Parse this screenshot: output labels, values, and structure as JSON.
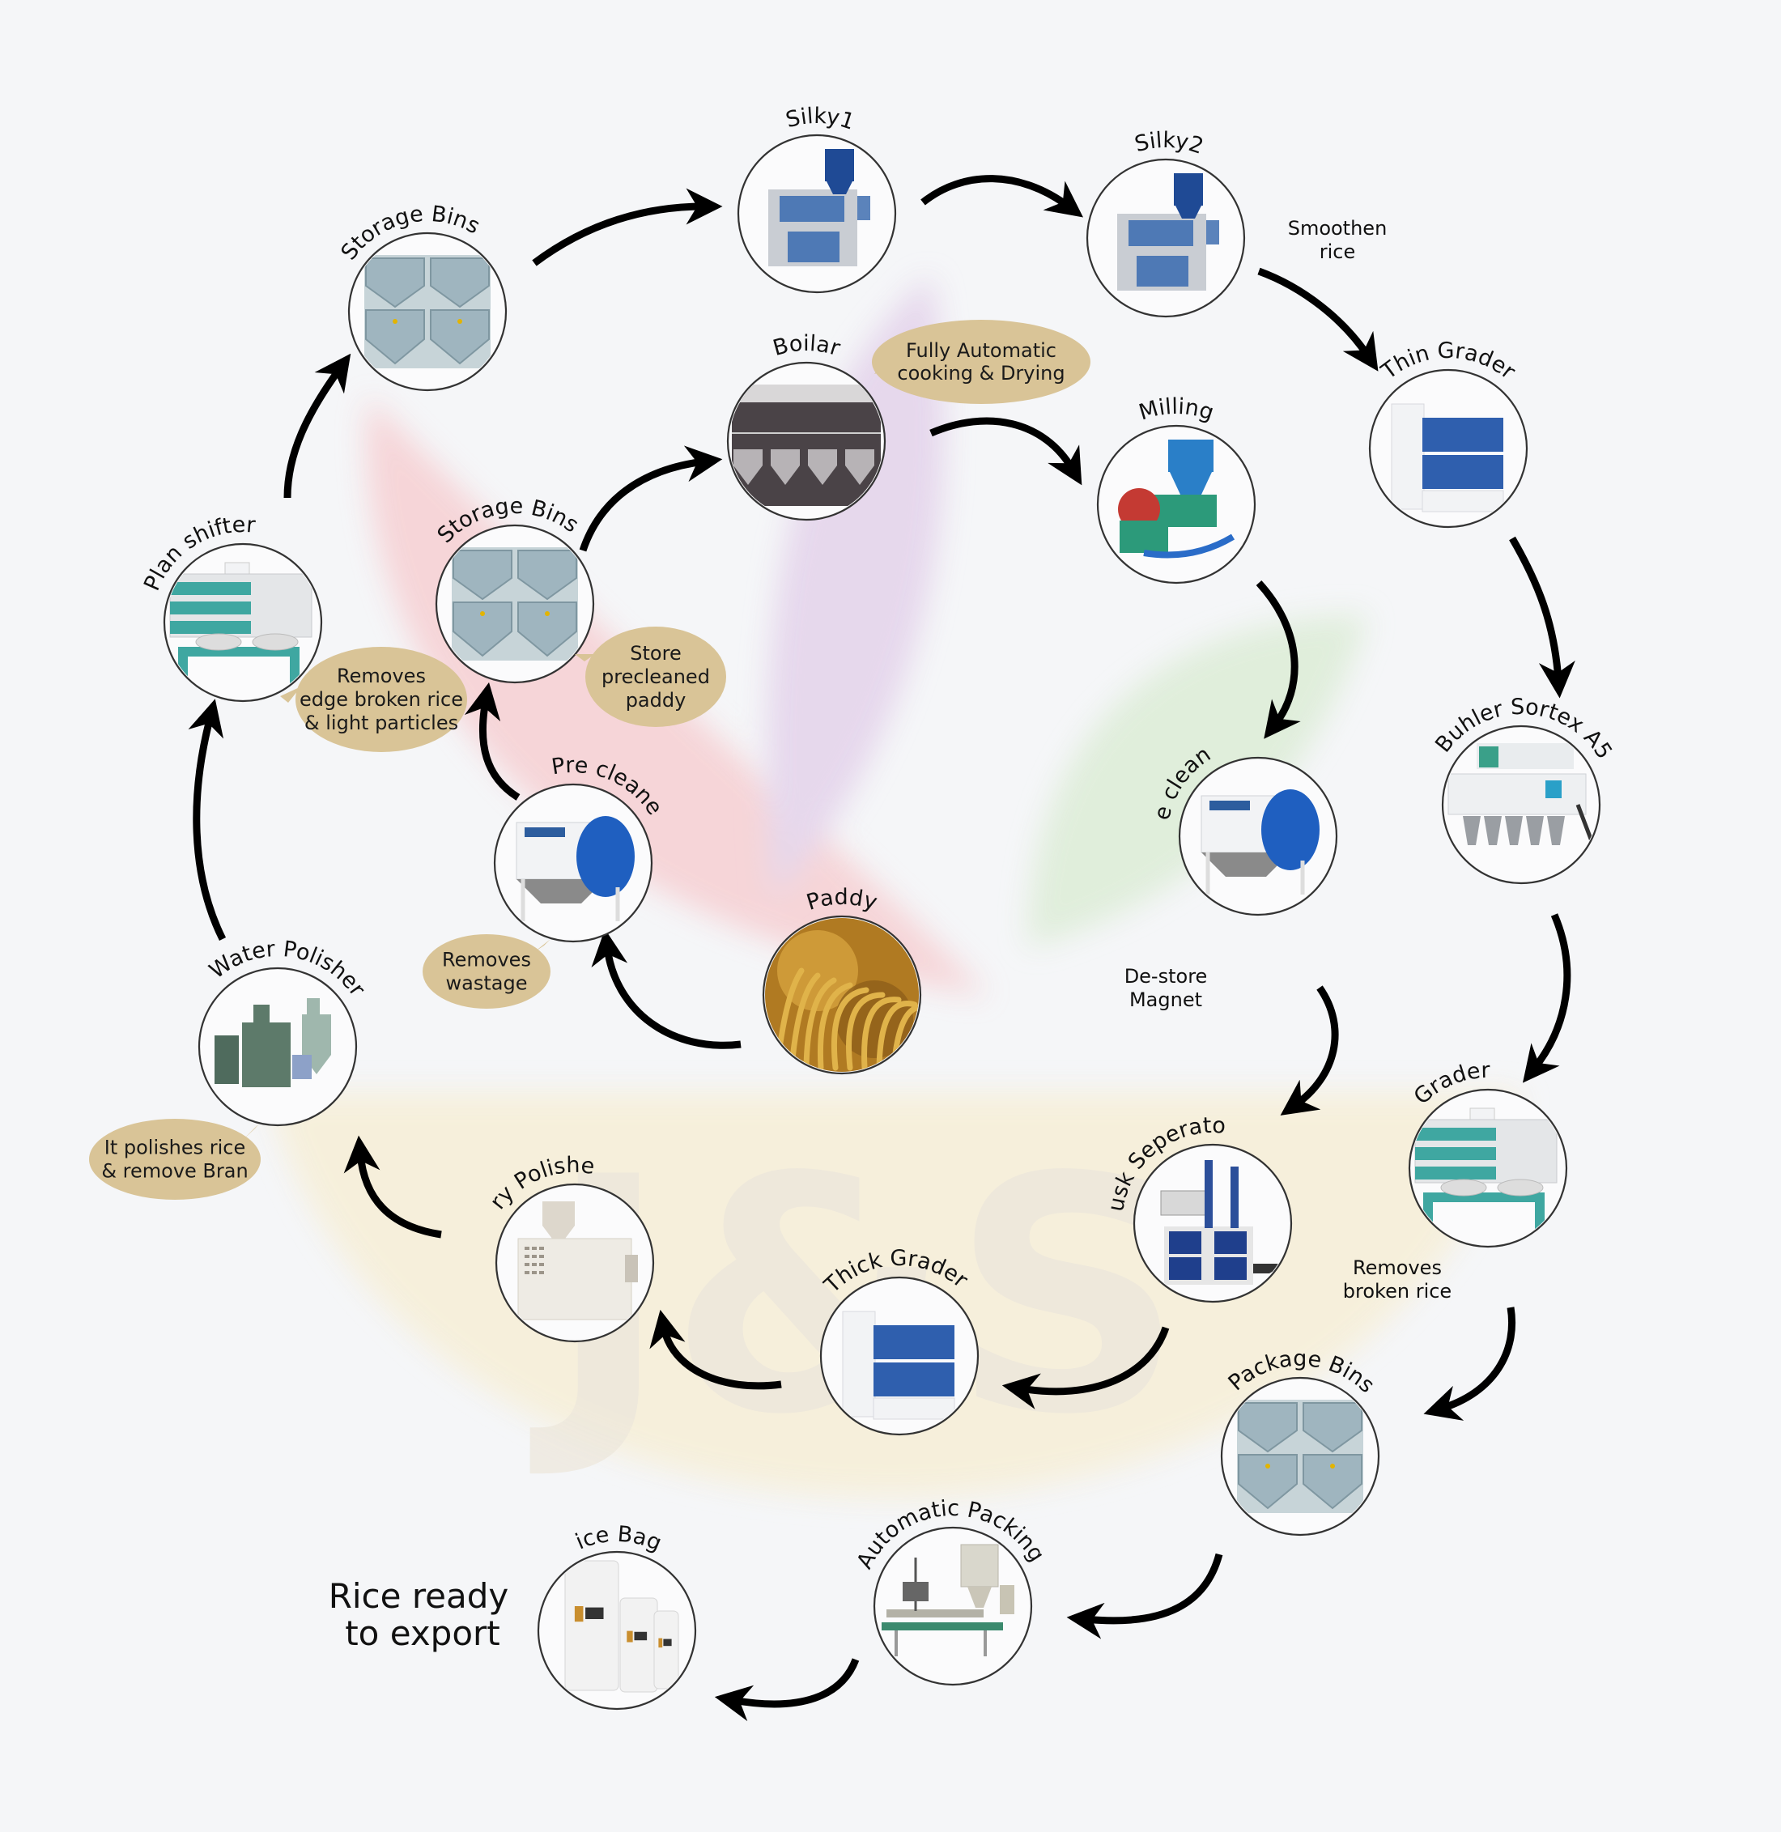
{
  "diagram": {
    "watermark": {
      "text": "J&S",
      "colors": {
        "pink": "#f6c6c9",
        "purple": "#d8c2e2",
        "green": "#cfe6c6",
        "cream": "#f6edd2"
      }
    },
    "colors": {
      "bubble": "#d9c497",
      "circle_stroke": "#333333",
      "arrow": "#000000",
      "background": "#f5f6f8"
    },
    "nodes": [
      {
        "id": "storage-bins-top",
        "label": "Storage Bins",
        "machine": "storage-bins"
      },
      {
        "id": "silky1",
        "label": "Silky1",
        "machine": "silky-polisher"
      },
      {
        "id": "silky2",
        "label": "Silky2",
        "machine": "silky-polisher"
      },
      {
        "id": "thin-grader",
        "label": "Thin Grader",
        "machine": "grader-blue"
      },
      {
        "id": "boilar",
        "label": "Boilar",
        "machine": "boiler-plant"
      },
      {
        "id": "milling",
        "label": "Milling",
        "machine": "mill"
      },
      {
        "id": "plan-shifter",
        "label": "Plan shifter",
        "machine": "shifter"
      },
      {
        "id": "storage-bins-mid",
        "label": "Storage Bins",
        "machine": "storage-bins"
      },
      {
        "id": "pre-cleaner-left",
        "label": "Pre cleaner",
        "machine": "drum-cleaner"
      },
      {
        "id": "pre-cleaner-right",
        "label": "Pre cleaner",
        "machine": "drum-cleaner"
      },
      {
        "id": "buhler",
        "label": "Buhler Sortex A5",
        "machine": "color-sorter"
      },
      {
        "id": "paddy",
        "label": "Paddy",
        "machine": "paddy-field"
      },
      {
        "id": "water-polisher",
        "label": "Water Polisher",
        "machine": "water-polisher"
      },
      {
        "id": "grader",
        "label": "Grader",
        "machine": "shifter"
      },
      {
        "id": "husk-seperator",
        "label": "Husk Seperator",
        "machine": "husker"
      },
      {
        "id": "dry-polisher",
        "label": "Dry Polisher",
        "machine": "dry-polisher"
      },
      {
        "id": "thick-grader",
        "label": "Thick Grader",
        "machine": "grader-blue"
      },
      {
        "id": "package-bins",
        "label": "Package Bins",
        "machine": "storage-bins"
      },
      {
        "id": "automatic-packing",
        "label": "Automatic Packing",
        "machine": "packer"
      },
      {
        "id": "rice-bags",
        "label": "Rice Bags",
        "machine": "bags"
      }
    ],
    "bubbles": [
      {
        "id": "fully-automatic",
        "lines": [
          "Fully Automatic",
          "cooking & Drying"
        ]
      },
      {
        "id": "store-precleaned",
        "lines": [
          "Store",
          "precleaned",
          "paddy"
        ]
      },
      {
        "id": "removes-edge",
        "lines": [
          "Removes",
          "edge broken rice",
          "& light particles"
        ]
      },
      {
        "id": "removes-wastage",
        "lines": [
          "Removes",
          "wastage"
        ]
      },
      {
        "id": "polishes-rice",
        "lines": [
          "It polishes rice",
          "& remove Bran"
        ]
      }
    ],
    "notes": [
      {
        "id": "smoothen-rice",
        "lines": [
          "Smoothen",
          "rice"
        ]
      },
      {
        "id": "de-store-magnet",
        "lines": [
          "De-store",
          "Magnet"
        ]
      },
      {
        "id": "removes-broken",
        "lines": [
          "Removes",
          "broken rice"
        ]
      }
    ],
    "final": {
      "lines": [
        "Rice ready",
        "to export"
      ]
    },
    "flow": [
      "Paddy",
      "Pre cleaner",
      "Storage Bins",
      "Boilar",
      "Milling",
      "Pre cleaner",
      "Husk Seperator",
      "Thick Grader",
      "Dry Polisher",
      "Water Polisher",
      "Plan shifter",
      "Storage Bins",
      "Silky1",
      "Silky2",
      "Thin Grader",
      "Buhler Sortex A5",
      "Grader",
      "Package Bins",
      "Automatic Packing",
      "Rice Bags"
    ]
  }
}
